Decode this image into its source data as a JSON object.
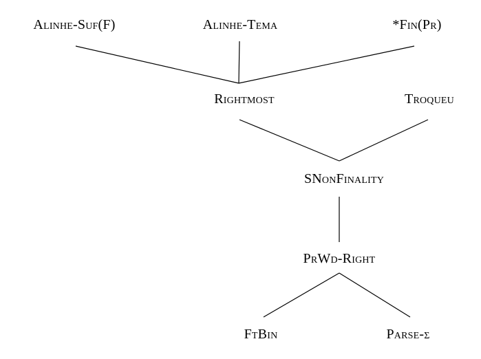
{
  "diagram": {
    "nodes": {
      "alinhe_suf": "Alinhe-Suf(F)",
      "alinhe_tema": "Alinhe-Tema",
      "fin_pr": "*Fin(Pr)",
      "rightmost": "Rightmost",
      "troqueu": "Troqueu",
      "snonfinality": "SNonFinality",
      "prwd_right": "PrWd-Right",
      "ftbin": "FtBin",
      "parse_sigma": "Parse-σ"
    },
    "edges": [
      {
        "from": "alinhe_suf",
        "to": "rightmost"
      },
      {
        "from": "alinhe_tema",
        "to": "rightmost"
      },
      {
        "from": "fin_pr",
        "to": "rightmost"
      },
      {
        "from": "rightmost",
        "to": "snonfinality"
      },
      {
        "from": "troqueu",
        "to": "snonfinality"
      },
      {
        "from": "snonfinality",
        "to": "prwd_right"
      },
      {
        "from": "prwd_right",
        "to": "ftbin"
      },
      {
        "from": "prwd_right",
        "to": "parse_sigma"
      }
    ],
    "line_color": "#000000",
    "text_color": "#000000"
  }
}
